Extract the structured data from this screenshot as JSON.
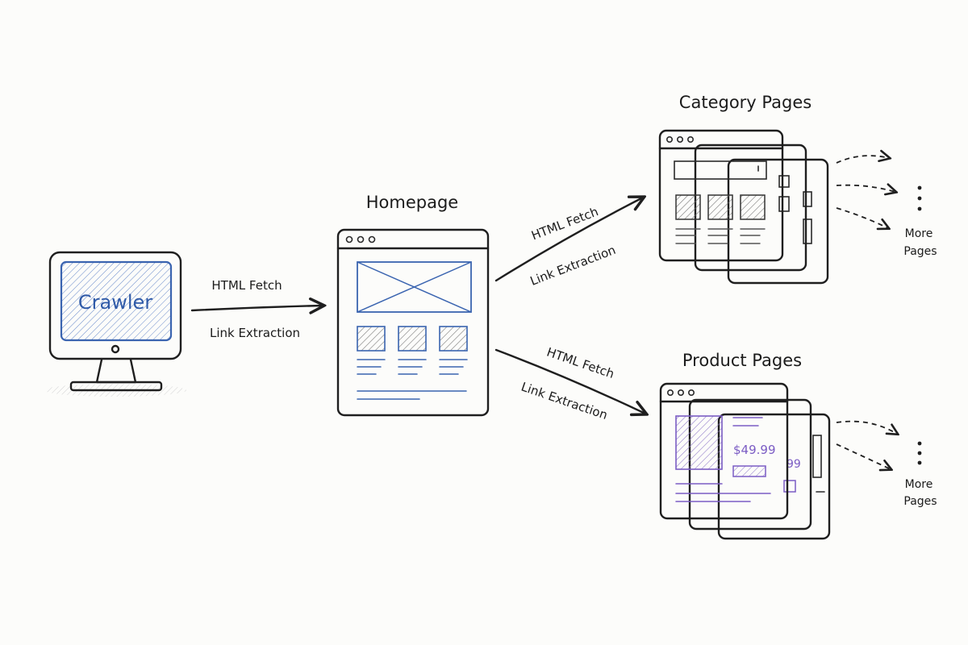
{
  "crawler": {
    "label": "Crawler"
  },
  "homepage": {
    "title": "Homepage"
  },
  "category": {
    "title": "Category Pages"
  },
  "product": {
    "title": "Product Pages",
    "price": "$49.99",
    "price_fragment": "99"
  },
  "edges": {
    "crawler_to_home": {
      "fetch": "HTML Fetch",
      "extract": "Link Extraction"
    },
    "home_to_category": {
      "fetch": "HTML Fetch",
      "extract": "Link Extraction"
    },
    "home_to_product": {
      "fetch": "HTML Fetch",
      "extract": "Link Extraction"
    }
  },
  "more_category": {
    "line1": "More",
    "line2": "Pages"
  },
  "more_product": {
    "line1": "More",
    "line2": "Pages"
  },
  "colors": {
    "ink": "#1f1f1f",
    "blue": "#3a64b0",
    "purple": "#7b5cc4",
    "paper": "#fcfcfa"
  }
}
